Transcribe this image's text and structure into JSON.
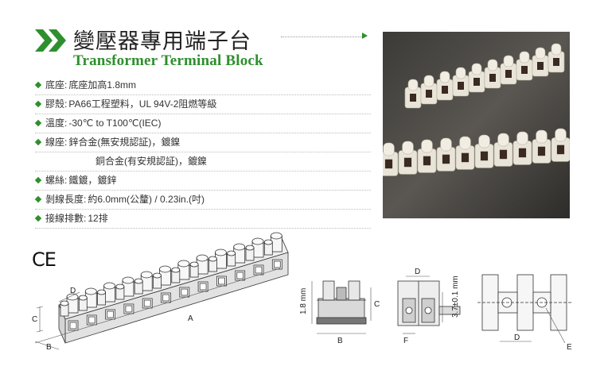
{
  "header": {
    "title_cn": "變壓器專用端子台",
    "title_en": "Transformer Terminal Block"
  },
  "specs": [
    {
      "label": "底座:",
      "value": "底座加高1.8mm"
    },
    {
      "label": "膠殼:",
      "value": "PA66工程塑料，UL 94V-2阻燃等級"
    },
    {
      "label": "溫度:",
      "value": "-30℃  to T100℃(IEC)"
    },
    {
      "label": "線座:",
      "value": "鋅合金(無安規認証)，鍍鎳"
    },
    {
      "label": "",
      "value": "銅合金(有安規認証)，鍍鎳"
    },
    {
      "label": "螺絲:",
      "value": "鐵鍍，鍍鋅"
    },
    {
      "label": "剝線長度:",
      "value": "約6.0mm(公釐) / 0.23in.(吋)"
    },
    {
      "label": "接線排數:",
      "value": "12排"
    }
  ],
  "certification": "CE",
  "dimension_labels": {
    "a": "A",
    "b": "B",
    "c": "C",
    "d": "D",
    "e": "E",
    "f": "F",
    "base_height": "1.8 mm",
    "pitch_tolerance": "3.7±0.1 mm"
  },
  "colors": {
    "accent_green": "#2e8f2e",
    "text": "#333333"
  }
}
